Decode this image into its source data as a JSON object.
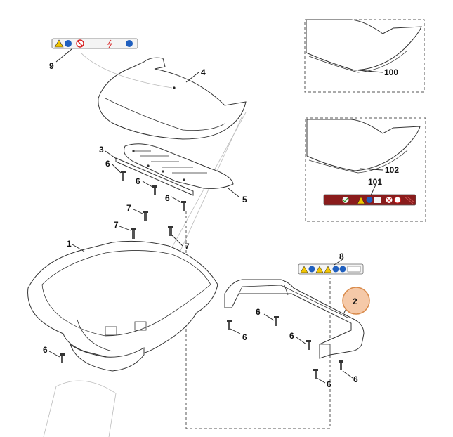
{
  "labels": {
    "l1": "1",
    "l2": "2",
    "l3": "3",
    "l4": "4",
    "l5": "5",
    "l6": "6",
    "l7": "7",
    "l8": "8",
    "l9": "9",
    "l100": "100",
    "l101": "101",
    "l102": "102"
  },
  "colors": {
    "highlight": "#f5c9a8",
    "highlight_stroke": "#d98a4a",
    "warning_yellow": "#f2c500",
    "info_blue": "#1f5fbf",
    "prohibit_red": "#d62020",
    "label_dark_red": "#8a1c1c"
  }
}
